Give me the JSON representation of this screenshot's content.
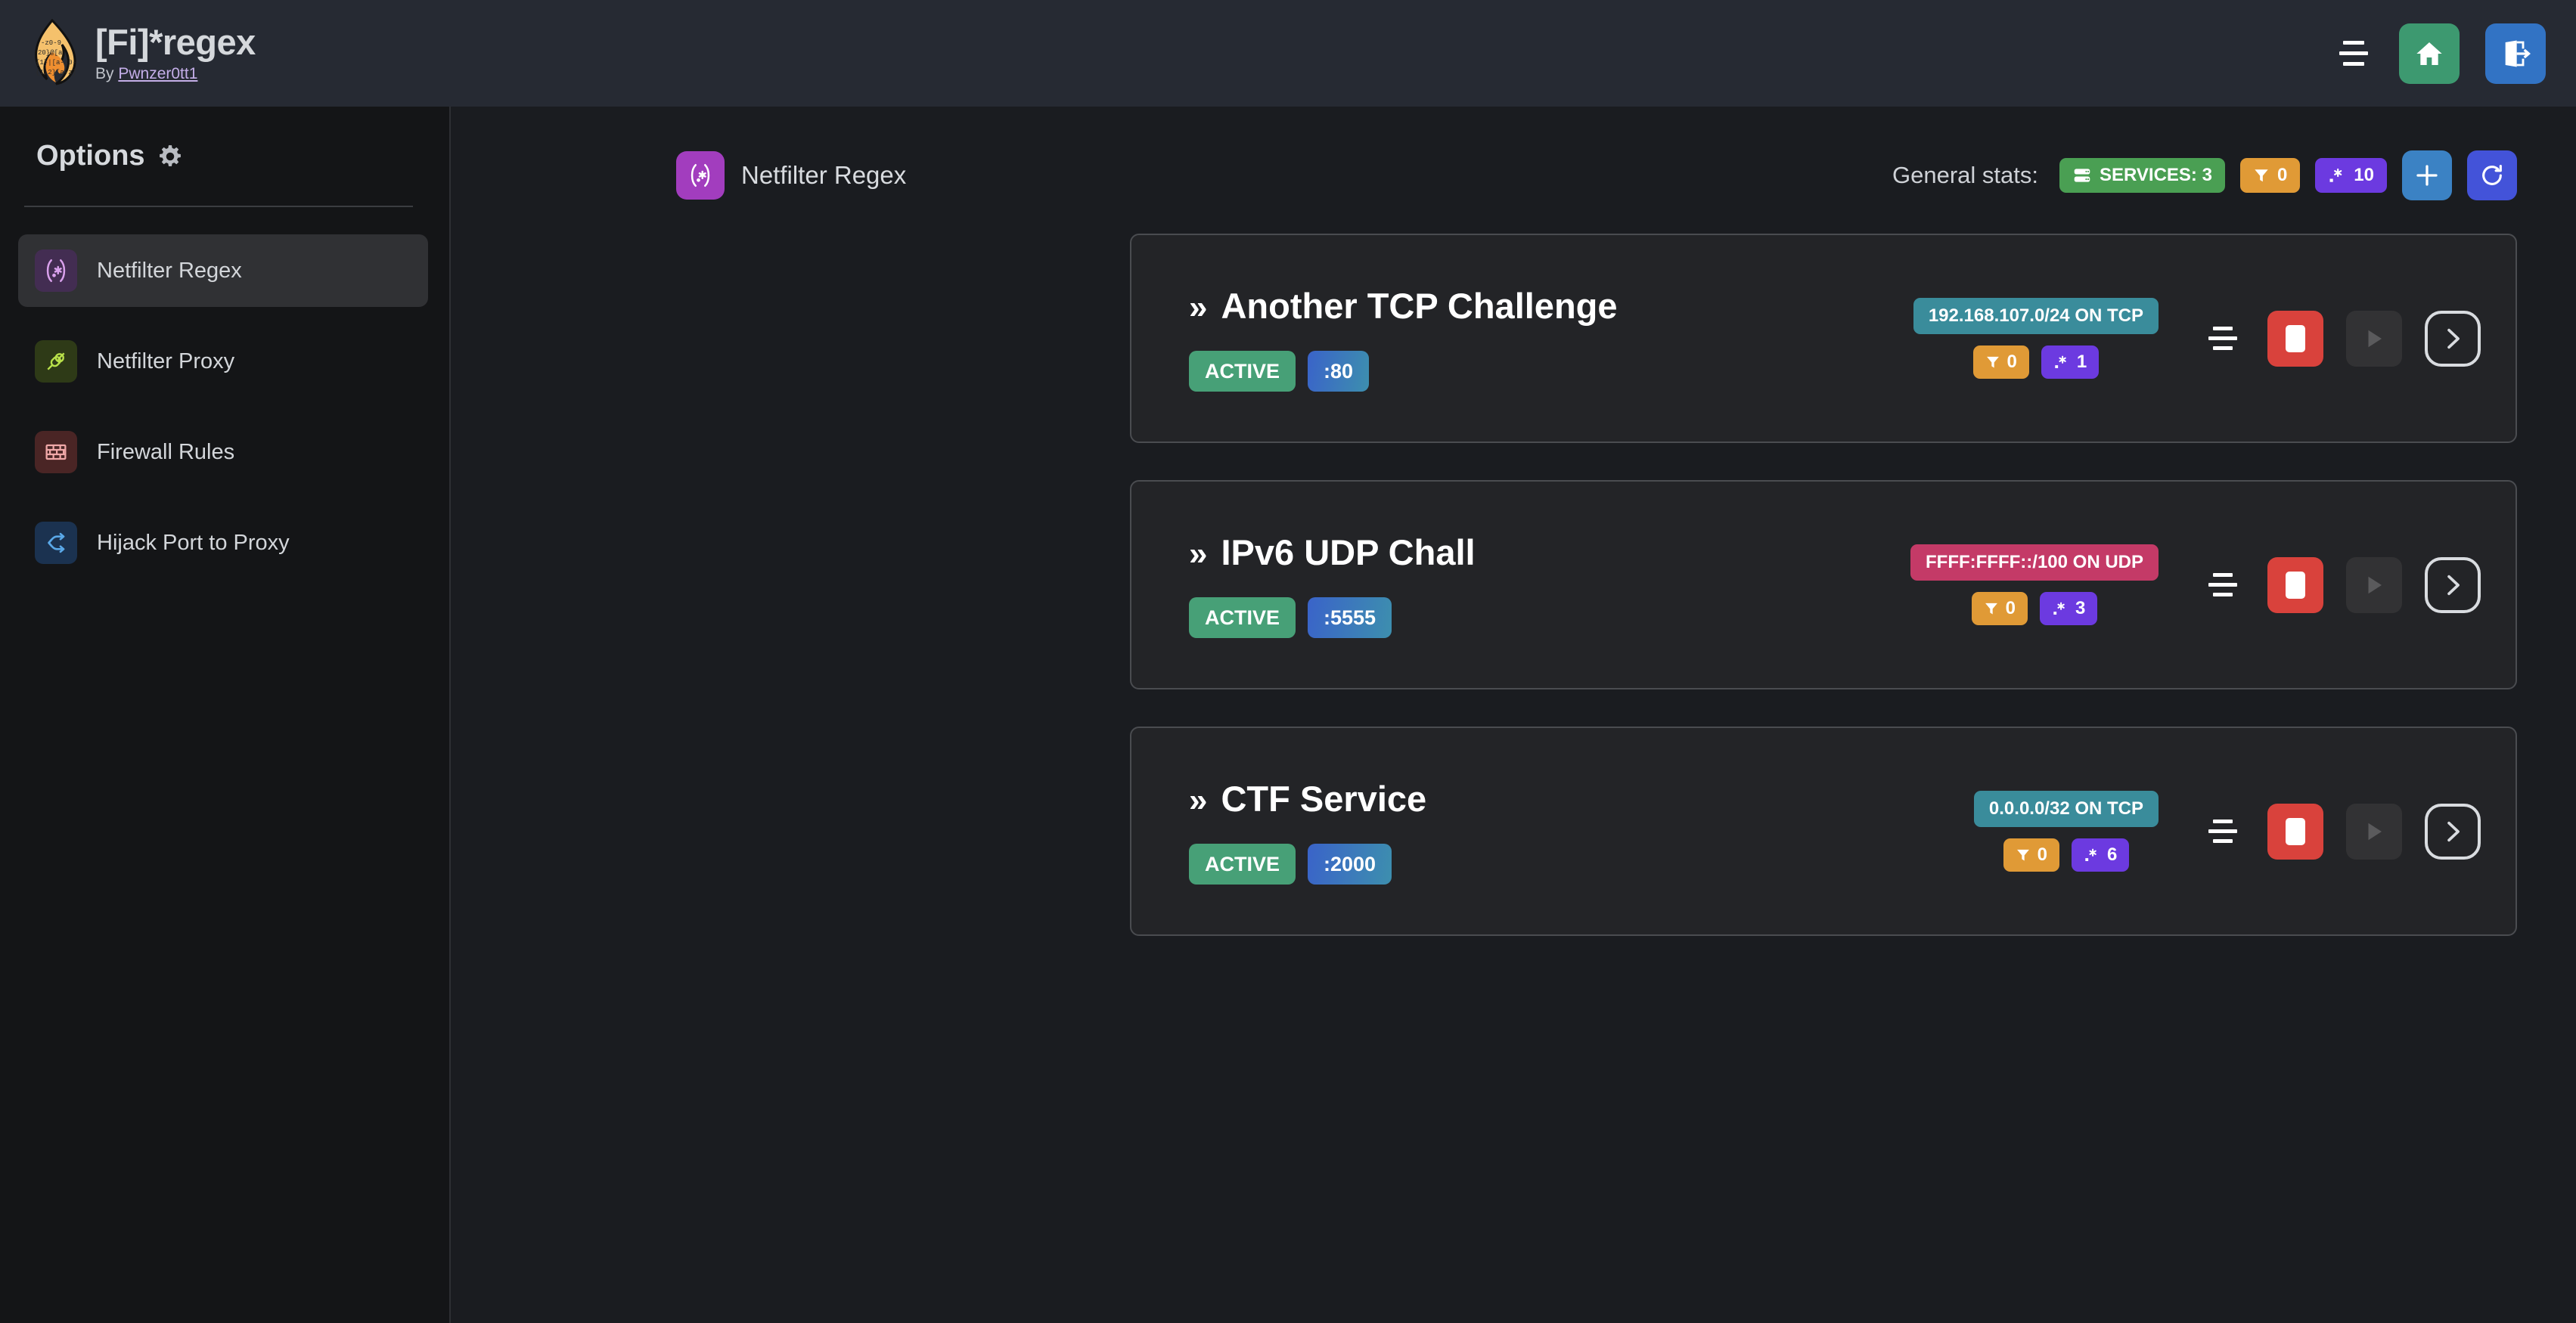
{
  "header": {
    "title": "[Fi]*regex",
    "by_prefix": "By ",
    "author": "Pwnzer0tt1",
    "logo_icon": "flame-logo",
    "menu_icon": "hamburger-menu-icon",
    "home_icon": "home-icon",
    "logout_icon": "logout-icon"
  },
  "sidebar": {
    "title": "Options",
    "title_icon": "gear-icon",
    "items": [
      {
        "label": "Netfilter Regex",
        "icon": "regex-icon",
        "glyph": "(.*)",
        "active": true
      },
      {
        "label": "Netfilter Proxy",
        "icon": "plug-icon",
        "glyph": "",
        "active": false
      },
      {
        "label": "Firewall Rules",
        "icon": "brick-wall-icon",
        "glyph": "",
        "active": false
      },
      {
        "label": "Hijack Port to Proxy",
        "icon": "shuffle-icon",
        "glyph": "",
        "active": false
      }
    ]
  },
  "page": {
    "icon": "regex-icon",
    "icon_glyph": "(.*)",
    "title": "Netfilter Regex",
    "stats_label": "General stats:",
    "stats": [
      {
        "name": "services-stat",
        "icon": "server-icon",
        "label": "SERVICES: 3",
        "color": "#4a9f53"
      },
      {
        "name": "filters-stat",
        "icon": "filter-icon",
        "label": "0",
        "color": "#e09a36"
      },
      {
        "name": "regexes-stat",
        "icon": "regex-icon",
        "label": "10",
        "color": "#6c3ae0"
      }
    ],
    "add_icon": "plus-icon",
    "refresh_icon": "refresh-icon"
  },
  "services": [
    {
      "name": "Another TCP Challenge",
      "chevron": "»",
      "status": "ACTIVE",
      "port": ":80",
      "network": "192.168.107.0/24 ON TCP",
      "proto": "tcp",
      "filters": "0",
      "regexes": "1",
      "menu_icon": "card-menu-icon",
      "stop_icon": "stop-icon",
      "play_icon": "play-icon",
      "open_icon": "chevron-right-icon"
    },
    {
      "name": "IPv6 UDP Chall",
      "chevron": "»",
      "status": "ACTIVE",
      "port": ":5555",
      "network": "FFFF:FFFF::/100 ON UDP",
      "proto": "udp",
      "filters": "0",
      "regexes": "3",
      "menu_icon": "card-menu-icon",
      "stop_icon": "stop-icon",
      "play_icon": "play-icon",
      "open_icon": "chevron-right-icon"
    },
    {
      "name": "CTF Service",
      "chevron": "»",
      "status": "ACTIVE",
      "port": ":2000",
      "network": "0.0.0.0/32 ON TCP",
      "proto": "tcp",
      "filters": "0",
      "regexes": "6",
      "menu_icon": "card-menu-icon",
      "stop_icon": "stop-icon",
      "play_icon": "play-icon",
      "open_icon": "chevron-right-icon"
    }
  ],
  "colors": {
    "header_bg": "#262a33",
    "body_bg": "#1a1c20",
    "sidebar_bg": "#141517",
    "card_bg": "#232427",
    "accent_green": "#3d9970",
    "accent_blue": "#3273c4",
    "stop_red": "#d9423c",
    "regex_purple": "#6c3ae0",
    "filter_orange": "#e09a36",
    "tcp_teal": "#3a8c9b",
    "udp_pink": "#c43a67"
  }
}
